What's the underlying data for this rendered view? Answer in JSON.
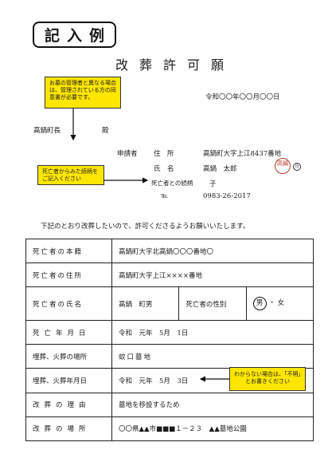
{
  "header": {
    "badge": "記入例",
    "title": "改葬許可願"
  },
  "notes": {
    "manager_consent": "お墓の管理者と異なる場合は、管理されている方の同意書が必要です。",
    "relationship": "死亡者からみた続柄をご記入ください",
    "unknown": "わからない場合は、「不明」とお書きください"
  },
  "date": "令和〇〇年〇〇月〇〇日",
  "addressee": {
    "name": "高鍋町長",
    "honorific": "殿"
  },
  "applicant": {
    "role_label": "申請者",
    "address_label": "住　所",
    "address": "高鍋町大字上江8437番地",
    "name_label": "氏　名",
    "name": "高鍋　太郎",
    "seal_text": "高鍋",
    "inkan_mark": "㊞",
    "relation_label": "死亡者との続柄",
    "relation": "子",
    "tel_label": "℡",
    "tel": "0983-26-2017"
  },
  "request_text": "下記のとおり改葬したいので、許可くださるようお願いいたします。",
  "table": {
    "domicile_label": "死亡者の本籍",
    "domicile": "高鍋町大字北高鍋〇〇〇番地〇",
    "address_label": "死亡者の住所",
    "address": "高鍋町大字上江××××番地",
    "name_label": "死亡者の氏名",
    "name": "高鍋　町男",
    "sex_label": "死亡者の性別",
    "sex_male": "男",
    "sex_sep": "・",
    "sex_female": "女",
    "death_date_label": "死亡年月日",
    "death_date": "令和　元年　5月　1日",
    "burial_place_label": "埋葬、火葬の場所",
    "burial_place": "蚊口墓地",
    "burial_date_label": "埋葬、火葬年月日",
    "burial_date": "令和　元年　5月　3日",
    "reason_label": "改葬の理由",
    "reason": "墓地を移設するため",
    "new_place_label": "改葬の場所",
    "new_place": "〇〇県▲▲市■■■１－２３　▲▲墓地公園"
  }
}
